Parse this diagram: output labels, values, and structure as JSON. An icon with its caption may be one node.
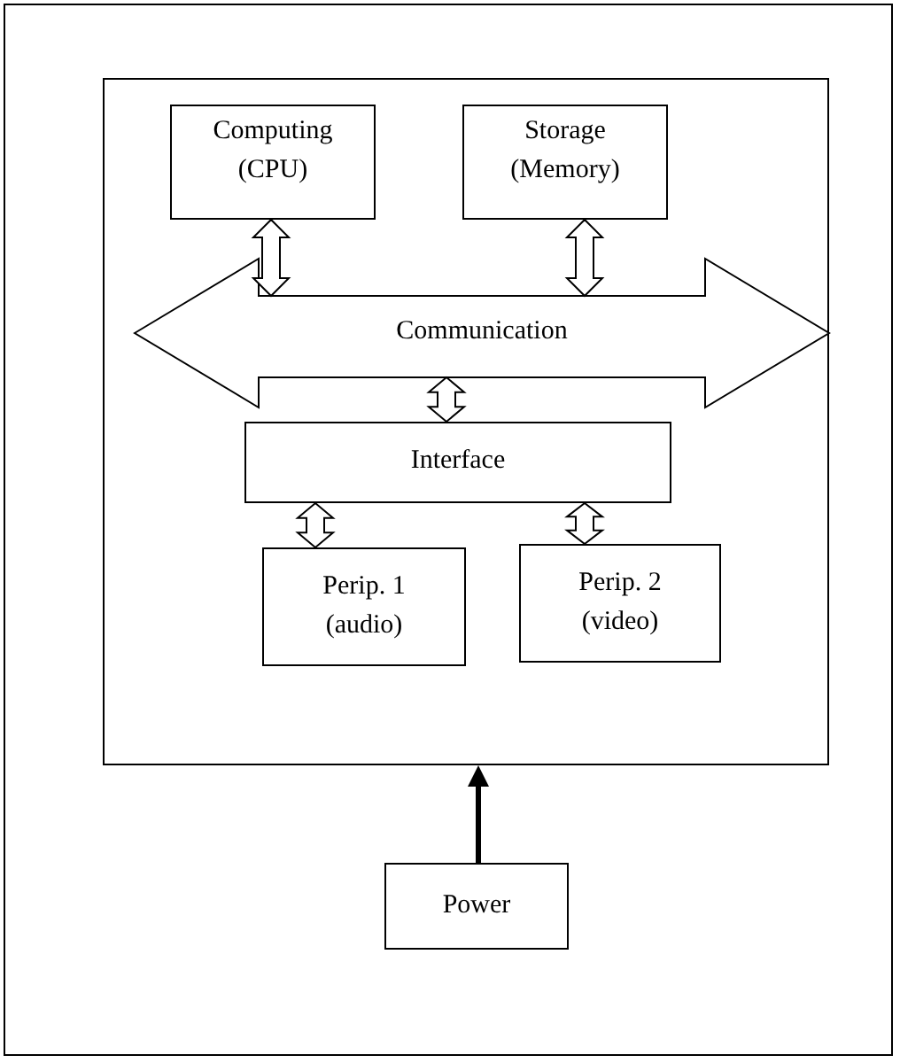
{
  "diagram": {
    "nodes": [
      {
        "text": [],
        "shape": "box"
      },
      {
        "text": [
          "Computing (CPU)"
        ],
        "in": 0
      },
      {
        "text": [
          "Storage (Memory)"
        ],
        "in": 0
      },
      {
        "text": [
          "Communication"
        ],
        "in": 0
      },
      {
        "text": [
          "Interface"
        ],
        "in": 0
      },
      {
        "text": [
          "Perip. 1 (audio)"
        ],
        "in": 0
      },
      {
        "text": [
          "Perip. 2 (video)"
        ],
        "in": 0
      },
      {
        "text": [
          "Power"
        ]
      }
    ],
    "edges": [
      {
        "from": 1,
        "to": 3,
        "arrow": "both"
      },
      {
        "from": 2,
        "to": 3,
        "arrow": "both"
      },
      {
        "from": 3,
        "to": 4,
        "arrow": "both"
      },
      {
        "from": 4,
        "to": 5,
        "arrow": "both"
      },
      {
        "from": 4,
        "to": 6,
        "arrow": "both"
      },
      {
        "from": 7,
        "to": 0,
        "arrow": "to"
      }
    ]
  }
}
